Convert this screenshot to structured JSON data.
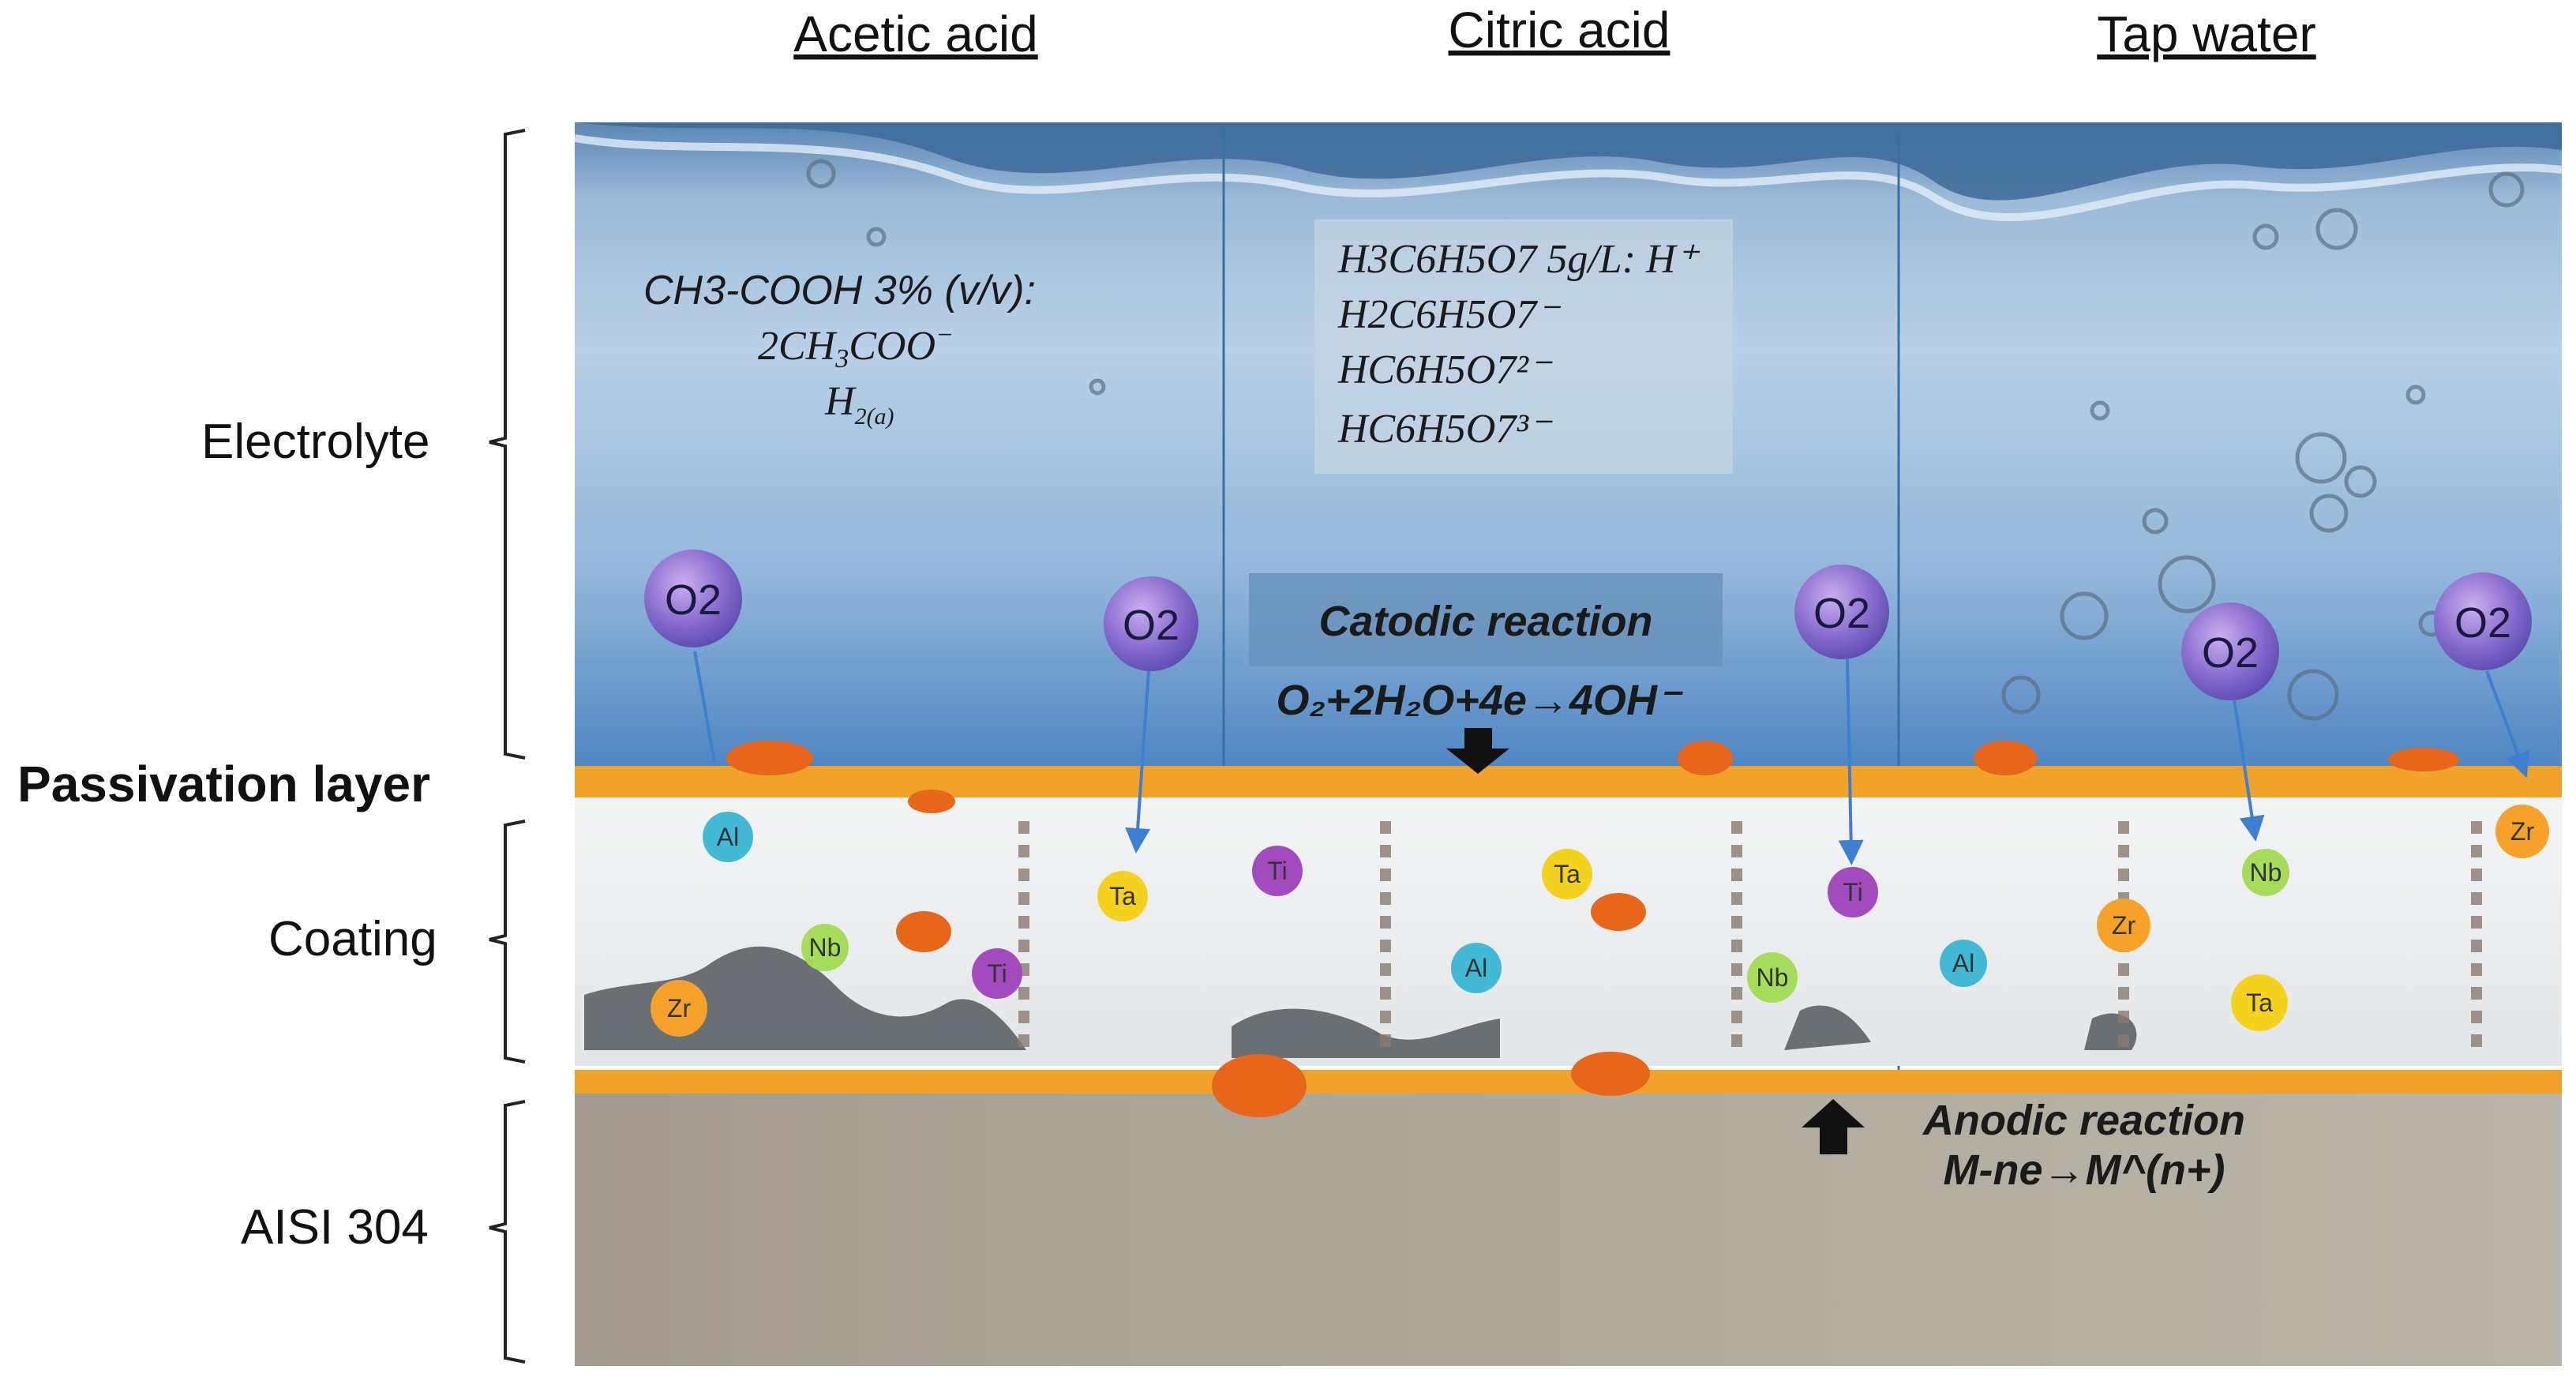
{
  "columns": [
    "Acetic acid",
    "Citric acid",
    "Tap water"
  ],
  "layers": {
    "electrolyte": "Electrolyte",
    "passivation": "Passivation layer",
    "coating": "Coating",
    "substrate": "AISI 304"
  },
  "acetic": {
    "line1": "CH3-COOH 3% (v/v):",
    "line2": "2CH",
    "line2_sub": "3",
    "line2_end": "COO",
    "line2_sup": "−",
    "line3": "H",
    "line3_sub": "2(a)"
  },
  "citric": {
    "line1": "H3C6H5O7 5g/L: H⁺",
    "line2": "H2C6H5O7⁻",
    "line3": "HC6H5O7²⁻",
    "line4": "HC6H5O7³⁻"
  },
  "cathodic": {
    "title": "Catodic reaction",
    "equation": "O₂+2H₂O+4e→4OH⁻"
  },
  "anodic": {
    "title": "Anodic reaction",
    "equation": "M-ne→M^(n+)"
  },
  "o2_label": "O2",
  "elements": {
    "Al": "Al",
    "Ti": "Ti",
    "Ta": "Ta",
    "Nb": "Nb",
    "Zr": "Zr"
  },
  "colors": {
    "Al": "#43b9d6",
    "Ti": "#a24bbf",
    "Ta": "#f5d21f",
    "Nb": "#a6dc5c",
    "Zr": "#f5a12a",
    "passivation": "#f0a22a",
    "corrosion": "#e8651c",
    "substrate": "#aca59a"
  }
}
